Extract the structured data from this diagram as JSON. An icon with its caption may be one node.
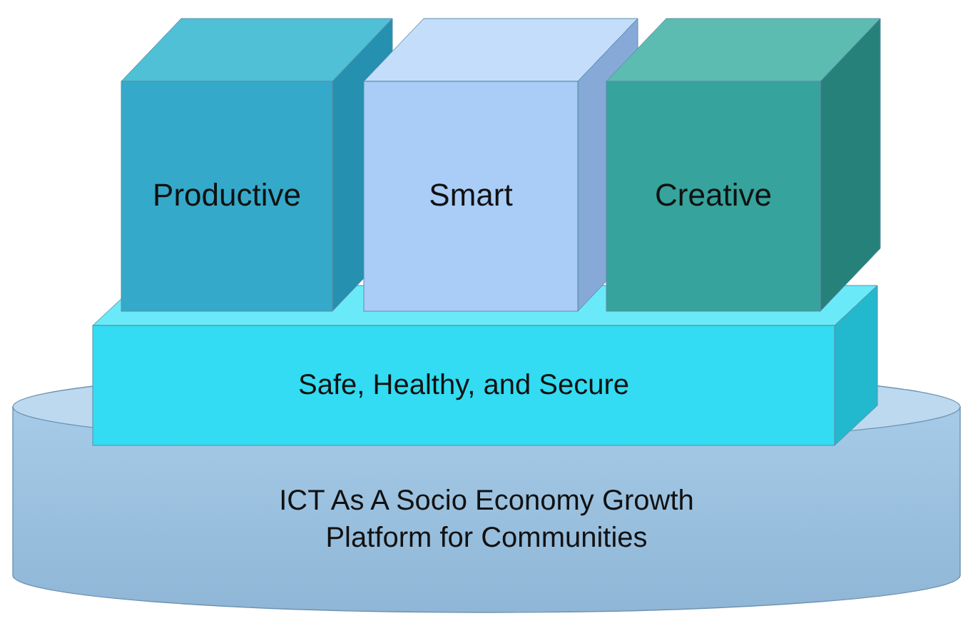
{
  "diagram": {
    "nodes": [
      {
        "text": [
          "Productive"
        ]
      },
      {
        "text": [
          "Smart"
        ]
      },
      {
        "text": [
          "Creative"
        ]
      },
      {
        "text": [
          "Safe, Healthy, and Secure"
        ]
      },
      {
        "text": [
          "ICT As A Socio Economy Growth Platform for Communities"
        ]
      }
    ]
  }
}
